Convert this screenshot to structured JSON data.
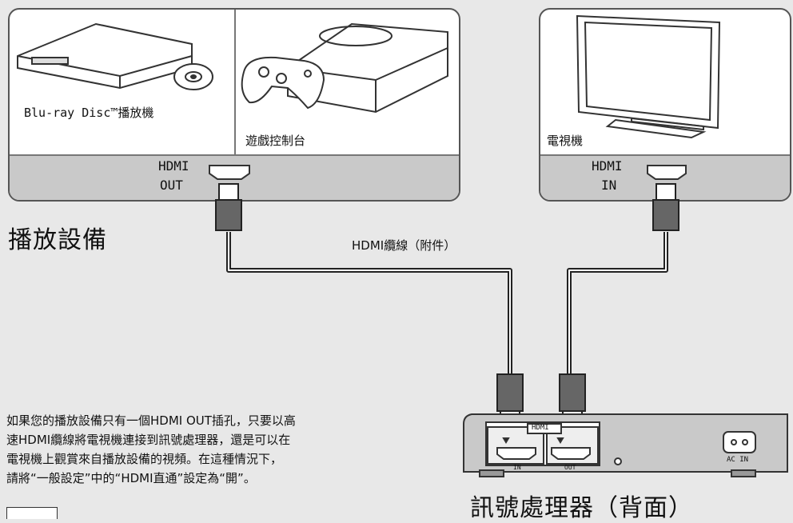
{
  "player_box": {
    "bluray_label": "Blu-ray Disc™播放機",
    "console_label": "遊戲控制台",
    "port_label_line1": "HDMI",
    "port_label_line2": "OUT"
  },
  "tv_box": {
    "tv_label": "電視機",
    "port_label_line1": "HDMI",
    "port_label_line2": "IN"
  },
  "playback_device_title": "播放設備",
  "cable_label": "HDMI纜線（附件）",
  "processor": {
    "hdmi_tag": "HDMI",
    "in_label": "IN",
    "out_label": "OUT",
    "ac_label": "AC IN",
    "title": "訊號處理器（背面）"
  },
  "note_lines": [
    "如果您的播放設備只有一個HDMI OUT插孔，只要以高",
    "速HDMI纜線將電視機連接到訊號處理器，還是可以在",
    "電視機上觀賞來自播放設備的視頻。在這種情況下，",
    "請將“一般設定”中的“HDMI直通”設定為“開”。"
  ]
}
